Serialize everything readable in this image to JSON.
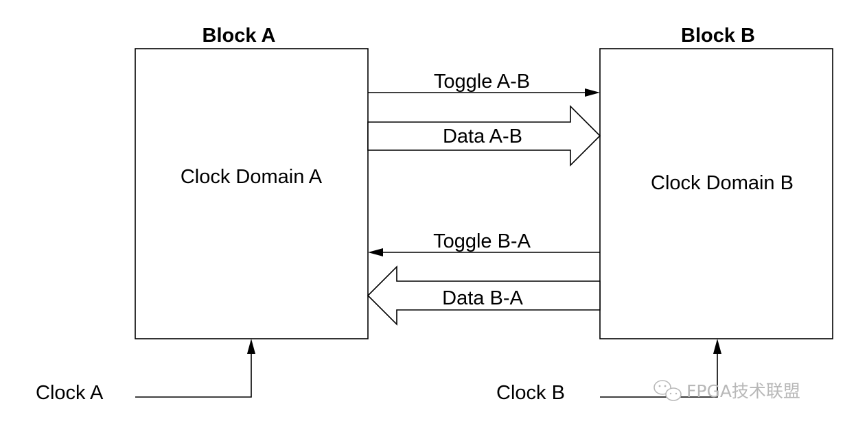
{
  "blocks": {
    "a": {
      "title": "Block A",
      "domain_label": "Clock Domain A"
    },
    "b": {
      "title": "Block B",
      "domain_label": "Clock Domain B"
    }
  },
  "signals": {
    "toggle_ab": "Toggle A-B",
    "data_ab": "Data A-B",
    "toggle_ba": "Toggle B-A",
    "data_ba": "Data B-A"
  },
  "clocks": {
    "a": "Clock A",
    "b": "Clock B"
  },
  "watermark": {
    "text": "FPGA技术联盟",
    "icon": "wechat-icon"
  },
  "colors": {
    "line": "#000000",
    "watermark": "#b8b8b8"
  }
}
